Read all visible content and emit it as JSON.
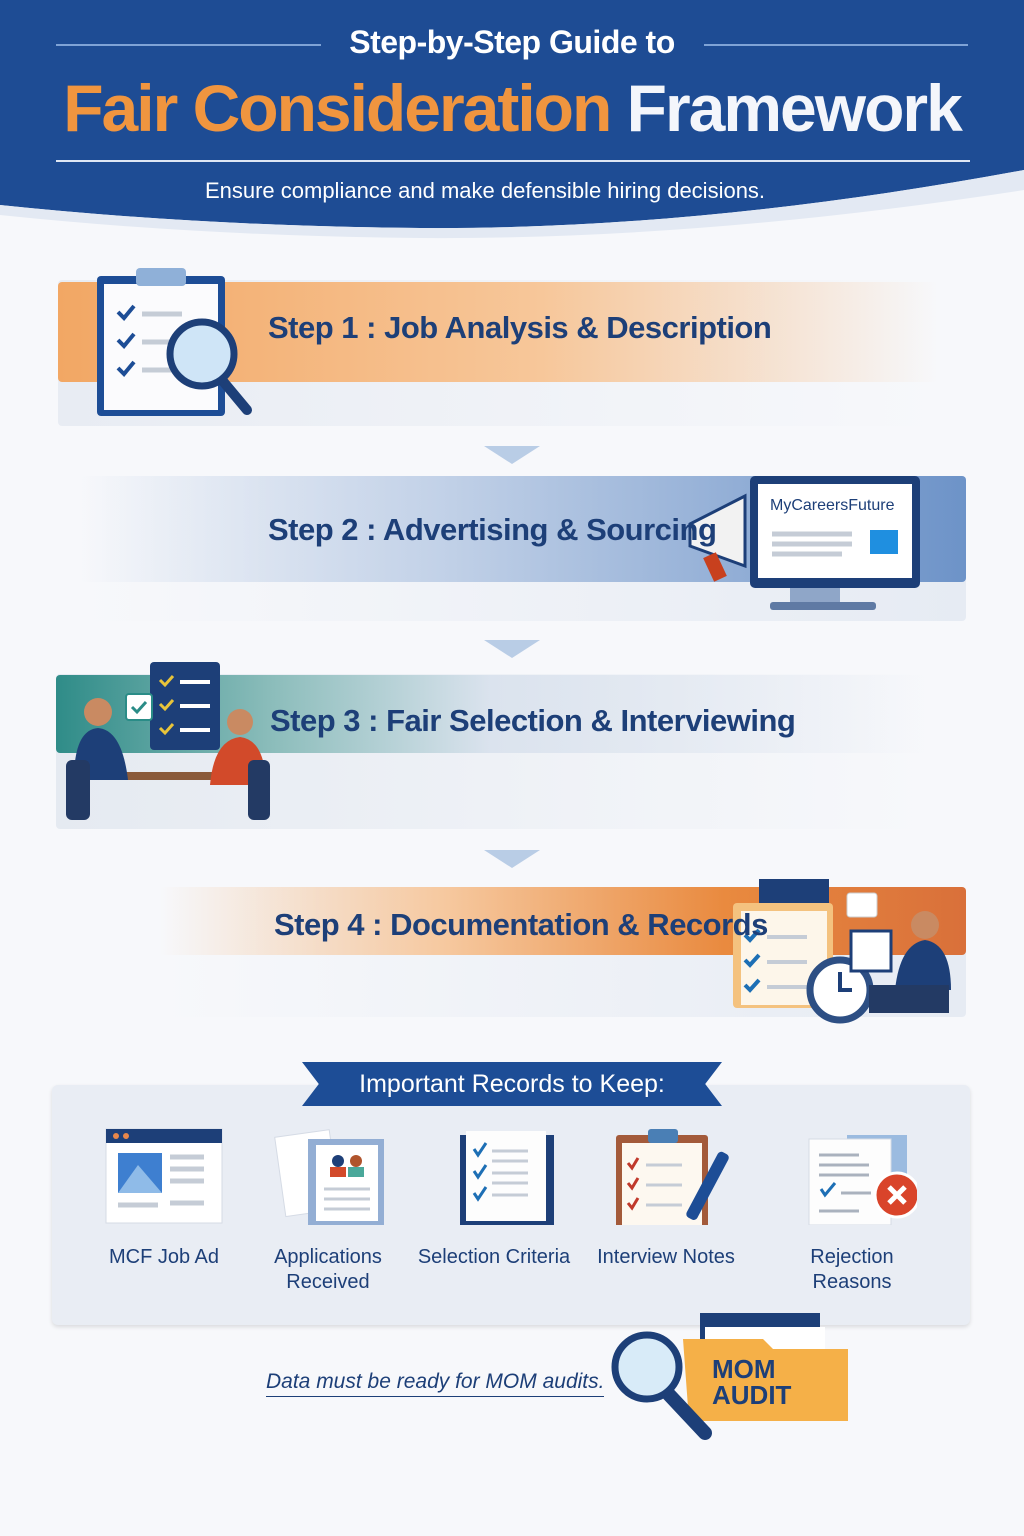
{
  "header": {
    "subtitle": "Step-by-Step Guide to",
    "title_part1": "Fair Consideration",
    "title_part2": "Framework",
    "tagline": "Ensure compliance and make defensible hiring decisions."
  },
  "steps": [
    {
      "label": "Step 1 : Job Analysis & Description",
      "icon": "clipboard-magnifier-icon"
    },
    {
      "label": "Step 2 : Advertising & Sourcing",
      "icon": "megaphone-monitor-icon",
      "screen_text": "MyCareersFuture"
    },
    {
      "label": "Step 3 : Fair Selection & Interviewing",
      "icon": "interview-icon"
    },
    {
      "label": "Step 4 : Documentation & Records",
      "icon": "documents-clock-icon"
    }
  ],
  "records": {
    "heading": "Important Records to Keep:",
    "items": [
      {
        "label": "MCF Job Ad",
        "icon": "web-ad-icon"
      },
      {
        "label": "Applications Received",
        "icon": "applications-icon"
      },
      {
        "label": "Selection Criteria",
        "icon": "checklist-icon"
      },
      {
        "label": "Interview Notes",
        "icon": "clipboard-pen-icon"
      },
      {
        "label": "Rejection Reasons",
        "icon": "rejection-document-icon"
      }
    ]
  },
  "footer": {
    "note": "Data must be ready for MOM audits.",
    "folder_label": "MOM AUDIT"
  },
  "colors": {
    "navy": "#1d4d96",
    "orange": "#f0953f",
    "text": "#1d3f78"
  }
}
